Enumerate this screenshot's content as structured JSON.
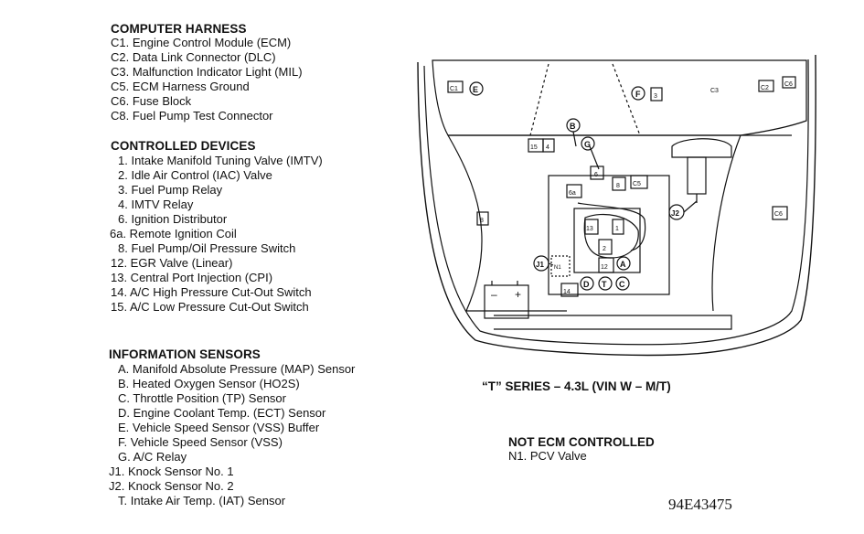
{
  "legend": {
    "computer_harness": {
      "heading": "COMPUTER HARNESS",
      "items": [
        "C1. Engine Control Module (ECM)",
        "C2. Data Link Connector (DLC)",
        "C3. Malfunction Indicator Light (MIL)",
        "C5. ECM Harness Ground",
        "C6. Fuse Block",
        "C8. Fuel Pump Test Connector"
      ]
    },
    "controlled_devices": {
      "heading": "CONTROLLED DEVICES",
      "items": [
        "1. Intake Manifold Tuning Valve (IMTV)",
        "2. Idle Air Control (IAC) Valve",
        "3. Fuel Pump Relay",
        "4. IMTV Relay",
        "6. Ignition Distributor",
        "6a. Remote Ignition Coil",
        "8. Fuel Pump/Oil Pressure Switch",
        "12. EGR Valve (Linear)",
        "13. Central Port Injection (CPI)",
        "14. A/C High Pressure Cut-Out Switch",
        "15. A/C Low Pressure Cut-Out Switch"
      ]
    },
    "information_sensors": {
      "heading": "INFORMATION SENSORS",
      "items": [
        "A. Manifold Absolute Pressure (MAP) Sensor",
        "B. Heated Oxygen Sensor (HO2S)",
        "C. Throttle Position (TP) Sensor",
        "D. Engine Coolant Temp. (ECT) Sensor",
        "E. Vehicle Speed Sensor (VSS) Buffer",
        "F. Vehicle Speed Sensor (VSS)",
        "G. A/C Relay",
        "J1. Knock Sensor No. 1",
        "J2. Knock Sensor No. 2",
        "T. Intake Air Temp. (IAT) Sensor"
      ]
    }
  },
  "caption": "“T” SERIES  –  4.3L (VIN W – M/T)",
  "not_ecm": {
    "heading": "NOT ECM CONTROLLED",
    "item": "N1. PCV Valve"
  },
  "figure_id": "94E43475",
  "diagram_labels": {
    "c1": "C1",
    "c3": "C3",
    "c2": "C2",
    "c6": "C6",
    "c6b": "C6",
    "c5": "C5",
    "n3": "3",
    "n15": "15",
    "n4": "4",
    "n6": "6",
    "n6a": "6a",
    "n8": "8",
    "n13": "13",
    "n1": "1",
    "n2": "2",
    "n12": "12",
    "n14": "14",
    "n1b": "N1",
    "e": "E",
    "f": "F",
    "b": "B",
    "g": "G",
    "j2": "J2",
    "j1": "J1",
    "a": "A",
    "d": "D",
    "t": "T",
    "c": "C"
  }
}
